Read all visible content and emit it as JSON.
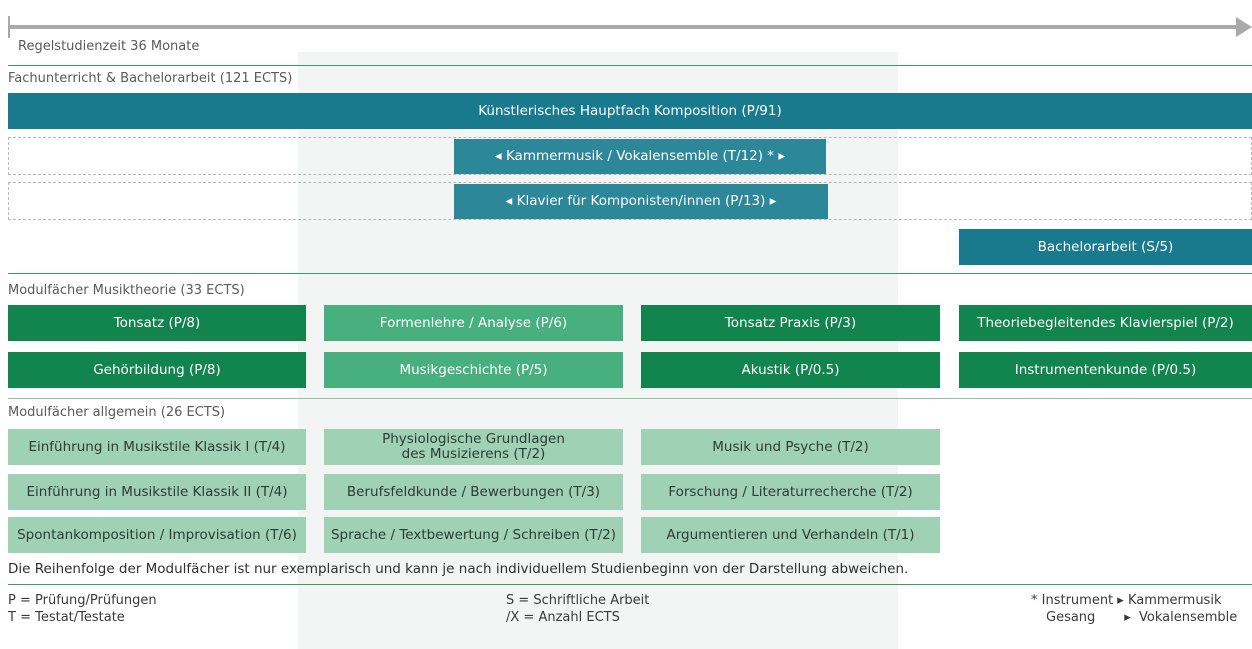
{
  "timeline": {
    "label": "Regelstudienzeit 36 Monate"
  },
  "sections": {
    "fach": {
      "title": "Fachunterricht &  Bachelorarbeit (121 ECTS)"
    },
    "theorie": {
      "title": "Modulfächer Musiktheorie (33 ECTS)"
    },
    "allgemein": {
      "title": "Modulfächer allgemein (26 ECTS)"
    }
  },
  "fach": {
    "hauptfach": "Künstlerisches Hauptfach Komposition (P/91)",
    "kammermusik": "◂ Kammermusik / Vokalensemble (T/12) * ▸",
    "klavier": "◂ Klavier für Komponisten/innen (P/13) ▸",
    "bachelorarbeit": "Bachelorarbeit (S/5)"
  },
  "theorie": {
    "row1": [
      "Tonsatz (P/8)",
      "Formenlehre / Analyse (P/6)",
      "Tonsatz Praxis (P/3)",
      "Theoriebegleitendes Klavierspiel (P/2)"
    ],
    "row2": [
      "Gehörbildung (P/8)",
      "Musikgeschichte (P/5)",
      "Akustik (P/0.5)",
      "Instrumentenkunde (P/0.5)"
    ]
  },
  "allgemein": {
    "row1": [
      "Einführung in Musikstile Klassik I (T/4)",
      "Physiologische Grundlagen",
      "des Musizierens (T/2)",
      "Musik und Psyche (T/2)"
    ],
    "row2": [
      "Einführung in Musikstile Klassik II (T/4)",
      "Berufsfeldkunde / Bewerbungen (T/3)",
      "Forschung / Literaturrecherche (T/2)"
    ],
    "row3": [
      "Spontankomposition / Improvisation (T/6)",
      "Sprache / Textbewertung / Schreiben (T/2)",
      "Argumentieren und Verhandeln (T/1)"
    ]
  },
  "note": "Die Reihenfolge der Modulfächer ist nur exemplarisch und kann je nach individuellem Studienbeginn von der Darstellung abweichen.",
  "legend": {
    "p": "P  =  Prüfung/Prüfungen",
    "t": "T  =  Testat/Testate",
    "s": "S  =  Schriftliche Arbeit",
    "x": "/X =  Anzahl ECTS",
    "star_instrument": "*  Instrument  ▸  Kammermusik",
    "star_gesang": "Gesang       ▸  Vokalensemble"
  },
  "colors": {
    "teal": "#1a7a8d",
    "dark_green": "#12844d",
    "mid_green": "#48b07f",
    "light_green": "#9fd1b4"
  }
}
